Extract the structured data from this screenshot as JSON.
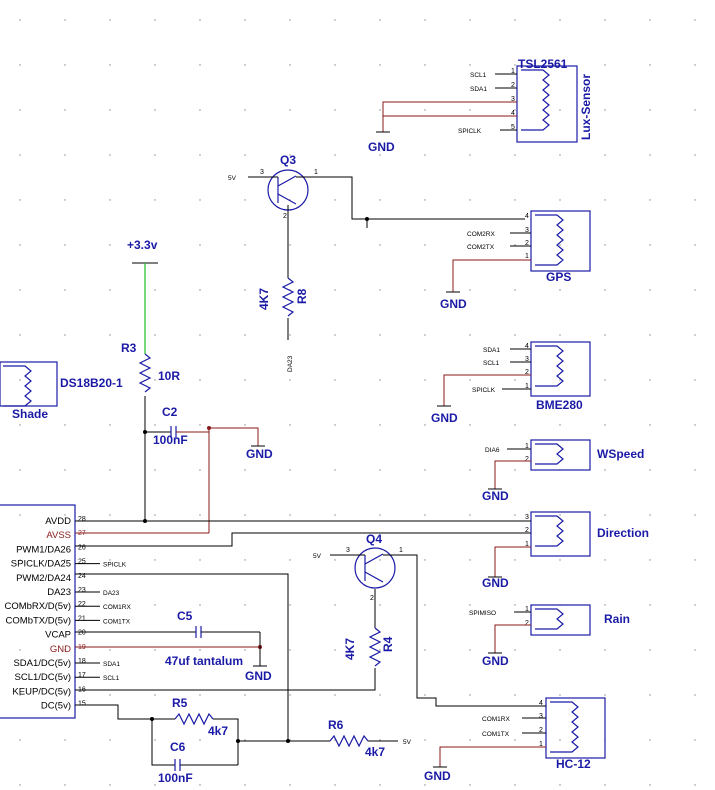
{
  "components": {
    "tsl2561": {
      "ref": "TSL2561",
      "type": "Lux-Sensor",
      "pins": [
        "SCL1",
        "SDA1",
        "",
        "",
        "SPICLK"
      ]
    },
    "q3": {
      "ref": "Q3",
      "net_5v": "5V",
      "pin3": "3",
      "pin1": "1",
      "pin2": "2"
    },
    "gps": {
      "ref": "GPS",
      "pins": [
        "COM2RX",
        "COM2TX"
      ]
    },
    "r8": {
      "ref": "R8",
      "value": "4K7",
      "net": "DA23"
    },
    "supply": {
      "label": "+3.3v"
    },
    "r3": {
      "ref": "R3",
      "value": "10R"
    },
    "ds18b20": {
      "ref": "DS18B20-1",
      "label": "Shade"
    },
    "c2": {
      "ref": "C2",
      "value": "100nF"
    },
    "bme280": {
      "ref": "BME280",
      "pins": [
        "SDA1",
        "SCL1",
        "SPICLK"
      ]
    },
    "wspeed": {
      "ref": "WSpeed",
      "net": "DIA6"
    },
    "direction": {
      "ref": "Direction"
    },
    "q4": {
      "ref": "Q4",
      "net_5v": "5V",
      "pin3": "3",
      "pin1": "1",
      "pin2": "2"
    },
    "rain": {
      "ref": "Rain",
      "net": "SPIMISO"
    },
    "c5": {
      "ref": "C5",
      "value": "47uf tantalum"
    },
    "r4": {
      "ref": "R4",
      "value": "4K7"
    },
    "r5": {
      "ref": "R5",
      "value": "4k7"
    },
    "c6": {
      "ref": "C6",
      "value": "100nF"
    },
    "r6": {
      "ref": "R6",
      "value": "4k7",
      "net": "5V"
    },
    "hc12": {
      "ref": "HC-12",
      "pins": [
        "COM1RX",
        "COM1TX"
      ]
    }
  },
  "gnd_label": "GND",
  "mcu": {
    "pins": [
      {
        "name": "AVDD",
        "num": "28",
        "net": ""
      },
      {
        "name": "AVSS",
        "num": "27",
        "net": "",
        "red": true
      },
      {
        "name": "PWM1/DA26",
        "num": "26",
        "net": ""
      },
      {
        "name": "SPICLK/DA25",
        "num": "25",
        "net": "SPICLK"
      },
      {
        "name": "PWM2/DA24",
        "num": "24",
        "net": ""
      },
      {
        "name": "DA23",
        "num": "23",
        "net": "DA23"
      },
      {
        "name": "COMbRX/D(5v)",
        "num": "22",
        "net": "COM1RX"
      },
      {
        "name": "COMbTX/D(5v)",
        "num": "21",
        "net": "COM1TX"
      },
      {
        "name": "VCAP",
        "num": "20",
        "net": ""
      },
      {
        "name": "GND",
        "num": "19",
        "net": "",
        "red": true
      },
      {
        "name": "SDA1/DC(5v)",
        "num": "18",
        "net": "SDA1"
      },
      {
        "name": "SCL1/DC(5v)",
        "num": "17",
        "net": "SCL1"
      },
      {
        "name": "KEUP/DC(5v)",
        "num": "16",
        "net": ""
      },
      {
        "name": "DC(5v)",
        "num": "15",
        "net": ""
      }
    ]
  }
}
